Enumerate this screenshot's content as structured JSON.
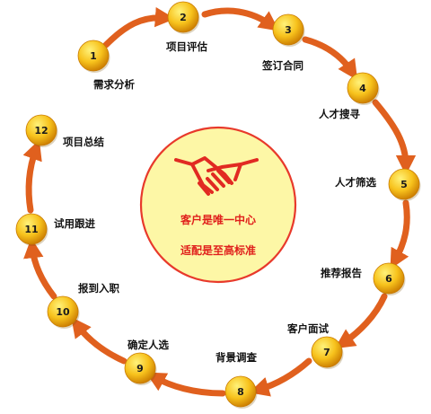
{
  "colors": {
    "step_circle_light": "#fff27a",
    "step_circle_mid": "#f7c21c",
    "step_circle_dark": "#c97a00",
    "arrow": "#e0601e",
    "center_fill": "#fdf7a6",
    "center_ring": "#e8392b",
    "slogan_text": "#e0201c",
    "handshake": "#e12a22"
  },
  "center": {
    "icon": "handshake-icon",
    "slogan_1": "客户是唯一中心",
    "slogan_2": "适配是至高标准"
  },
  "steps": [
    {
      "number": "1",
      "label": "需求分析"
    },
    {
      "number": "2",
      "label": "项目评估"
    },
    {
      "number": "3",
      "label": "签订合同"
    },
    {
      "number": "4",
      "label": "人才搜寻"
    },
    {
      "number": "5",
      "label": "人才筛选"
    },
    {
      "number": "6",
      "label": "推荐报告"
    },
    {
      "number": "7",
      "label": "客户面试"
    },
    {
      "number": "8",
      "label": "背景调查"
    },
    {
      "number": "9",
      "label": "确定人选"
    },
    {
      "number": "10",
      "label": "报到入职"
    },
    {
      "number": "11",
      "label": "试用跟进"
    },
    {
      "number": "12",
      "label": "项目总结"
    }
  ]
}
